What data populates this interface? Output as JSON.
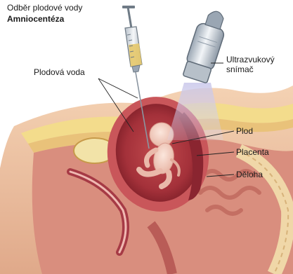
{
  "title": {
    "line1": "Odběr plodové vody",
    "line2": "Amniocentéza"
  },
  "labels": {
    "amniotic_fluid": "Plodová voda",
    "probe": "Ultrazvukový\nsnímač",
    "fetus": "Plod",
    "placenta": "Placenta",
    "uterus": "Děloha"
  },
  "colors": {
    "skin": "#f2cba9",
    "tissue": "#d88a7c",
    "uterus_wall": "#b94a4a",
    "amniotic_sac": "#a8323a",
    "fat": "#f3dc8c",
    "probe": "#c9d2dc",
    "syringe": "#cfd6dd",
    "fluid": "#e6c86a"
  }
}
